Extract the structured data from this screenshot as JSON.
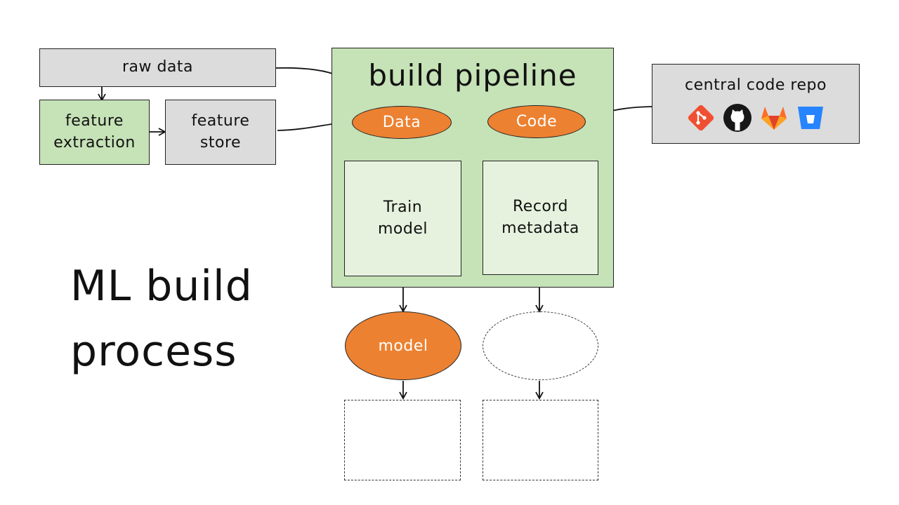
{
  "nodes": {
    "raw_data": "raw data",
    "feature_extraction": [
      "feature",
      "extraction"
    ],
    "feature_store": [
      "feature",
      "store"
    ],
    "build_pipeline": "build pipeline",
    "data": "Data",
    "code": "Code",
    "train_model": [
      "Train",
      "model"
    ],
    "record_metadata": [
      "Record",
      "metadata"
    ],
    "central_code_repo": "central code repo",
    "model": "model"
  },
  "repo_icons": [
    "git-icon",
    "github-icon",
    "gitlab-icon",
    "bitbucket-icon"
  ],
  "title": [
    "ML build",
    "process"
  ],
  "colors": {
    "gray": "#dcdcdc",
    "green": "#c6e2b7",
    "light_green": "#e6f2de",
    "orange": "#ec8131",
    "git": "#f05032",
    "github": "#181717",
    "gitlab": "#fc6d26",
    "bitbucket": "#2684ff"
  }
}
